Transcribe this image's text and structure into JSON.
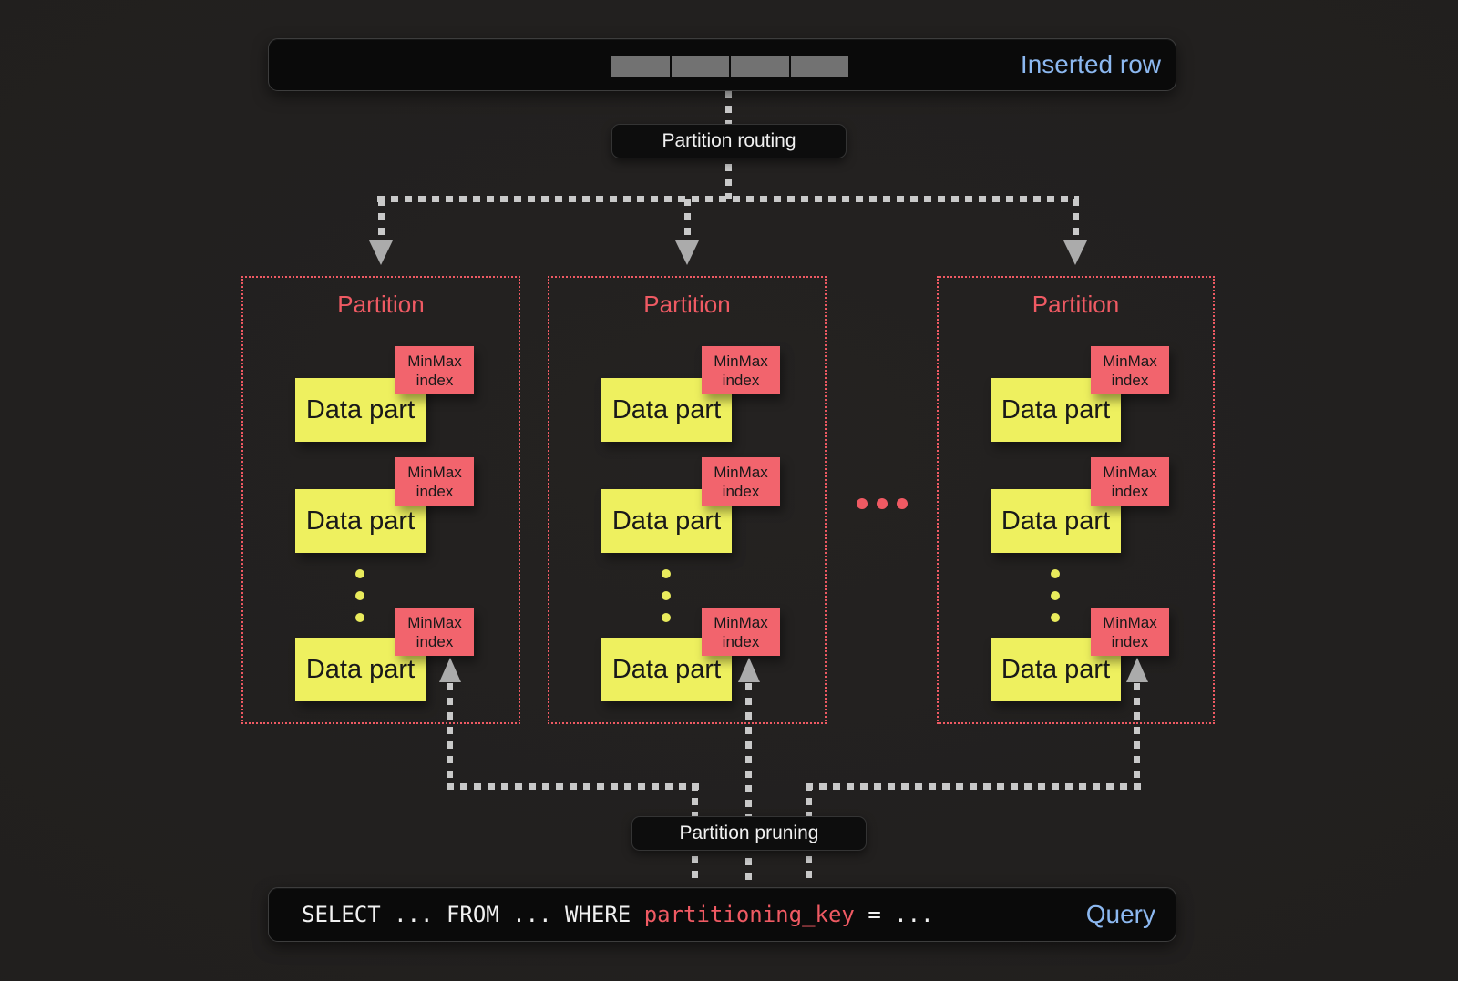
{
  "colors": {
    "background": "#211f1e",
    "panel_bg": "#0a0a0a",
    "panel_border": "#3d3d3d",
    "chip_bg": "#0d0d0d",
    "chip_border": "#343434",
    "accent_blue": "#8cb8f0",
    "accent_red": "#ef5a63",
    "minmax_bg": "#f2646d",
    "datapart_bg": "#eef05f",
    "dots_yellow": "#e9eb5c",
    "line_gray": "#c9c9c9",
    "arrow_gray": "#ababab",
    "segment_gray": "#727272",
    "dark_text": "#191919",
    "light_text": "#f1f1f1"
  },
  "inserted_row": {
    "label": "Inserted row",
    "segment_count": 4
  },
  "partition_routing": {
    "label": "Partition routing"
  },
  "partition_pruning": {
    "label": "Partition pruning"
  },
  "partitions": [
    {
      "title": "Partition",
      "parts": [
        {
          "label": "Data part",
          "index_label": "MinMax index"
        },
        {
          "label": "Data part",
          "index_label": "MinMax index"
        },
        {
          "label": "Data part",
          "index_label": "MinMax index"
        }
      ]
    },
    {
      "title": "Partition",
      "parts": [
        {
          "label": "Data part",
          "index_label": "MinMax index"
        },
        {
          "label": "Data part",
          "index_label": "MinMax index"
        },
        {
          "label": "Data part",
          "index_label": "MinMax index"
        }
      ]
    },
    {
      "title": "Partition",
      "parts": [
        {
          "label": "Data part",
          "index_label": "MinMax index"
        },
        {
          "label": "Data part",
          "index_label": "MinMax index"
        },
        {
          "label": "Data part",
          "index_label": "MinMax index"
        }
      ]
    }
  ],
  "query": {
    "prefix": "SELECT ... FROM ... WHERE ",
    "highlight": "partitioning_key",
    "suffix": " = ...",
    "label": "Query"
  }
}
